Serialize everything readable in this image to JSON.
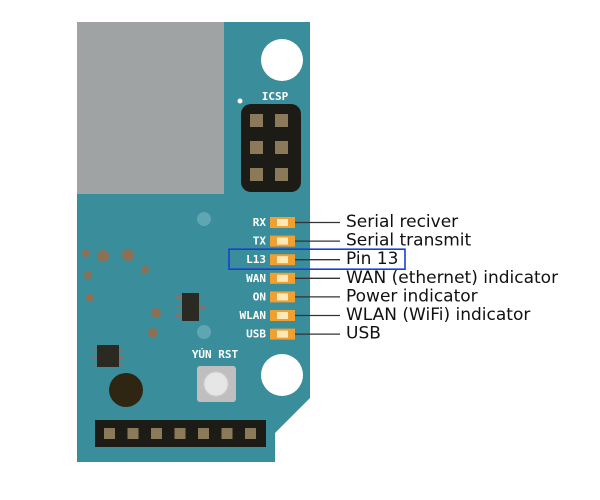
{
  "colors": {
    "board": "#3a8d9b",
    "board_edge": "#2f7c89",
    "module": "#9fa3a3",
    "header_body": "#1c1b16",
    "header_pin": "#8a7a5a",
    "hole": "#ffffff",
    "led_body": "#f0a030",
    "led_center": "#fde9b8",
    "solder_pad": "#8c7055",
    "chip": "#2a2a22",
    "capacitor": "#2e2512",
    "button_base": "#bfbfbf",
    "button_cap": "#e6e6e6",
    "line": "#333333",
    "highlight": "#1a3fd6"
  },
  "board": {
    "icsp_label": "ICSP",
    "button_labels": "YÚN  RST"
  },
  "leds": [
    {
      "label": "RX",
      "description": "Serial reciver"
    },
    {
      "label": "TX",
      "description": "Serial transmit"
    },
    {
      "label": "L13",
      "description": "Pin 13",
      "highlighted": true
    },
    {
      "label": "WAN",
      "description": "WAN (ethernet) indicator"
    },
    {
      "label": "ON",
      "description": "Power indicator"
    },
    {
      "label": "WLAN",
      "description": "WLAN (WiFi) indicator"
    },
    {
      "label": "USB",
      "description": "USB"
    }
  ]
}
